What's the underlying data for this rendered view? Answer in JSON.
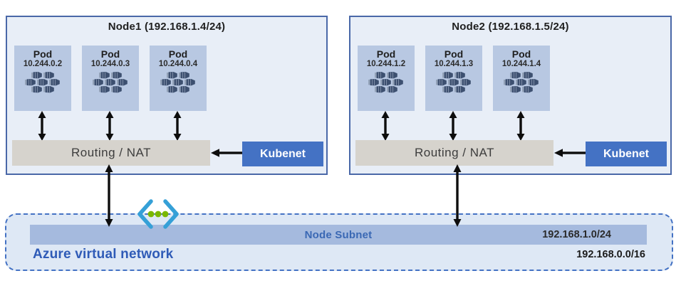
{
  "nodes": [
    {
      "title": "Node1 (192.168.1.4/24)",
      "pods": [
        {
          "label": "Pod",
          "ip": "10.244.0.2"
        },
        {
          "label": "Pod",
          "ip": "10.244.0.3"
        },
        {
          "label": "Pod",
          "ip": "10.244.0.4"
        }
      ],
      "routing_label": "Routing / NAT",
      "kubenet_label": "Kubenet"
    },
    {
      "title": "Node2 (192.168.1.5/24)",
      "pods": [
        {
          "label": "Pod",
          "ip": "10.244.1.2"
        },
        {
          "label": "Pod",
          "ip": "10.244.1.3"
        },
        {
          "label": "Pod",
          "ip": "10.244.1.4"
        }
      ],
      "routing_label": "Routing / NAT",
      "kubenet_label": "Kubenet"
    }
  ],
  "vnet": {
    "label": "Azure virtual network",
    "cidr": "192.168.0.0/16",
    "subnet": {
      "label": "Node Subnet",
      "cidr": "192.168.1.0/24"
    }
  },
  "icons": {
    "pod": "pod-containers-icon",
    "vnet": "virtual-network-icon",
    "arrows": "black double-headed connectors"
  },
  "colors": {
    "node_fill": "#e8eef7",
    "node_border": "#4a68a8",
    "pod_fill": "#b8c8e2",
    "pod_icon": "#3d5070",
    "routing_fill": "#d6d3cd",
    "kubenet_fill": "#4472c4",
    "kubenet_text": "#ffffff",
    "subnet_bar_fill": "#a5bade",
    "subnet_label_text": "#3a68b4",
    "vnet_fill": "#dee8f5",
    "vnet_border": "#4472c4",
    "vnet_label_text": "#2f5bb7",
    "arrow": "#0d0d0d",
    "vnet_icon_bracket": "#35a0d7",
    "vnet_icon_dot": "#7ab800",
    "text_dark": "#1f1f1f"
  }
}
